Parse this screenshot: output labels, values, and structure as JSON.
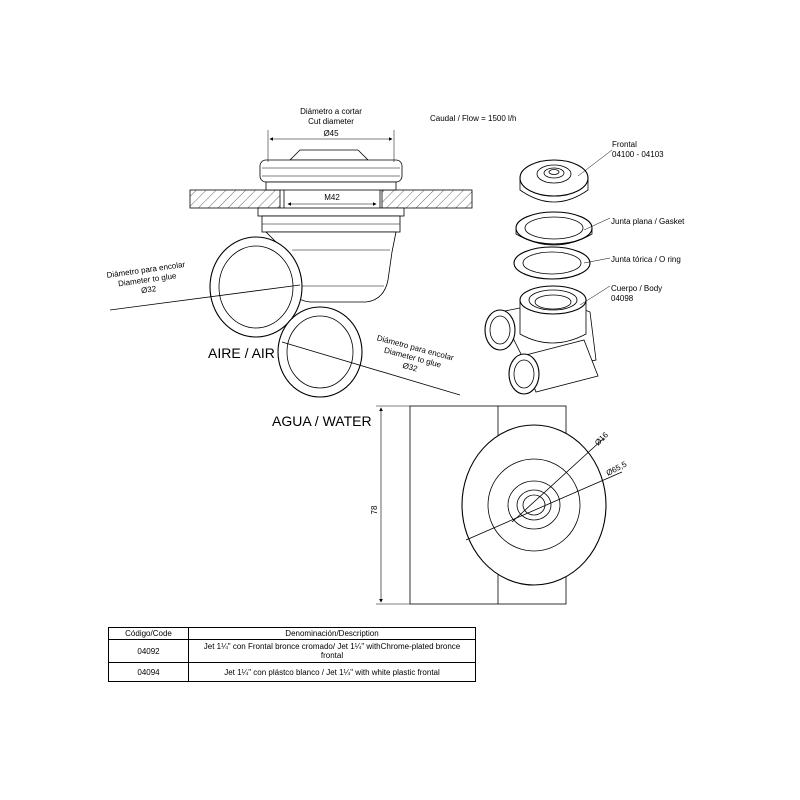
{
  "cut_diameter": {
    "es": "Diámetro a cortar",
    "en": "Cut diameter",
    "value": "Ø45"
  },
  "thread": "M42",
  "flow": "Caudal / Flow = 1500 l/h",
  "glue_diameter_left": {
    "es": "Diámetro para encolar",
    "en": "Diameter to glue",
    "value": "Ø32"
  },
  "glue_diameter_right": {
    "es": "Diámetro para encolar",
    "en": "Diameter to glue",
    "value": "Ø32"
  },
  "air_label": "AIRE / AIR",
  "water_label": "AGUA / WATER",
  "parts": {
    "frontal": "Frontal",
    "frontal_codes": "04100 - 04103",
    "gasket": "Junta plana / Gasket",
    "oring": "Junta tórica / O ring",
    "body": "Cuerpo / Body",
    "body_code": "04098"
  },
  "dimensions": {
    "inner": "Ø16",
    "outer": "Ø65,5",
    "height": "78"
  },
  "table": {
    "headers": [
      "Código/Code",
      "Denominación/Description"
    ],
    "rows": [
      {
        "code": "04092",
        "description": "Jet 1¼\" con Frontal bronce cromado/ Jet 1¼\" withChrome-plated bronce frontal"
      },
      {
        "code": "04094",
        "description": "Jet 1¼\" con plástco blanco / Jet 1¼\" with white plastic  frontal"
      }
    ]
  }
}
